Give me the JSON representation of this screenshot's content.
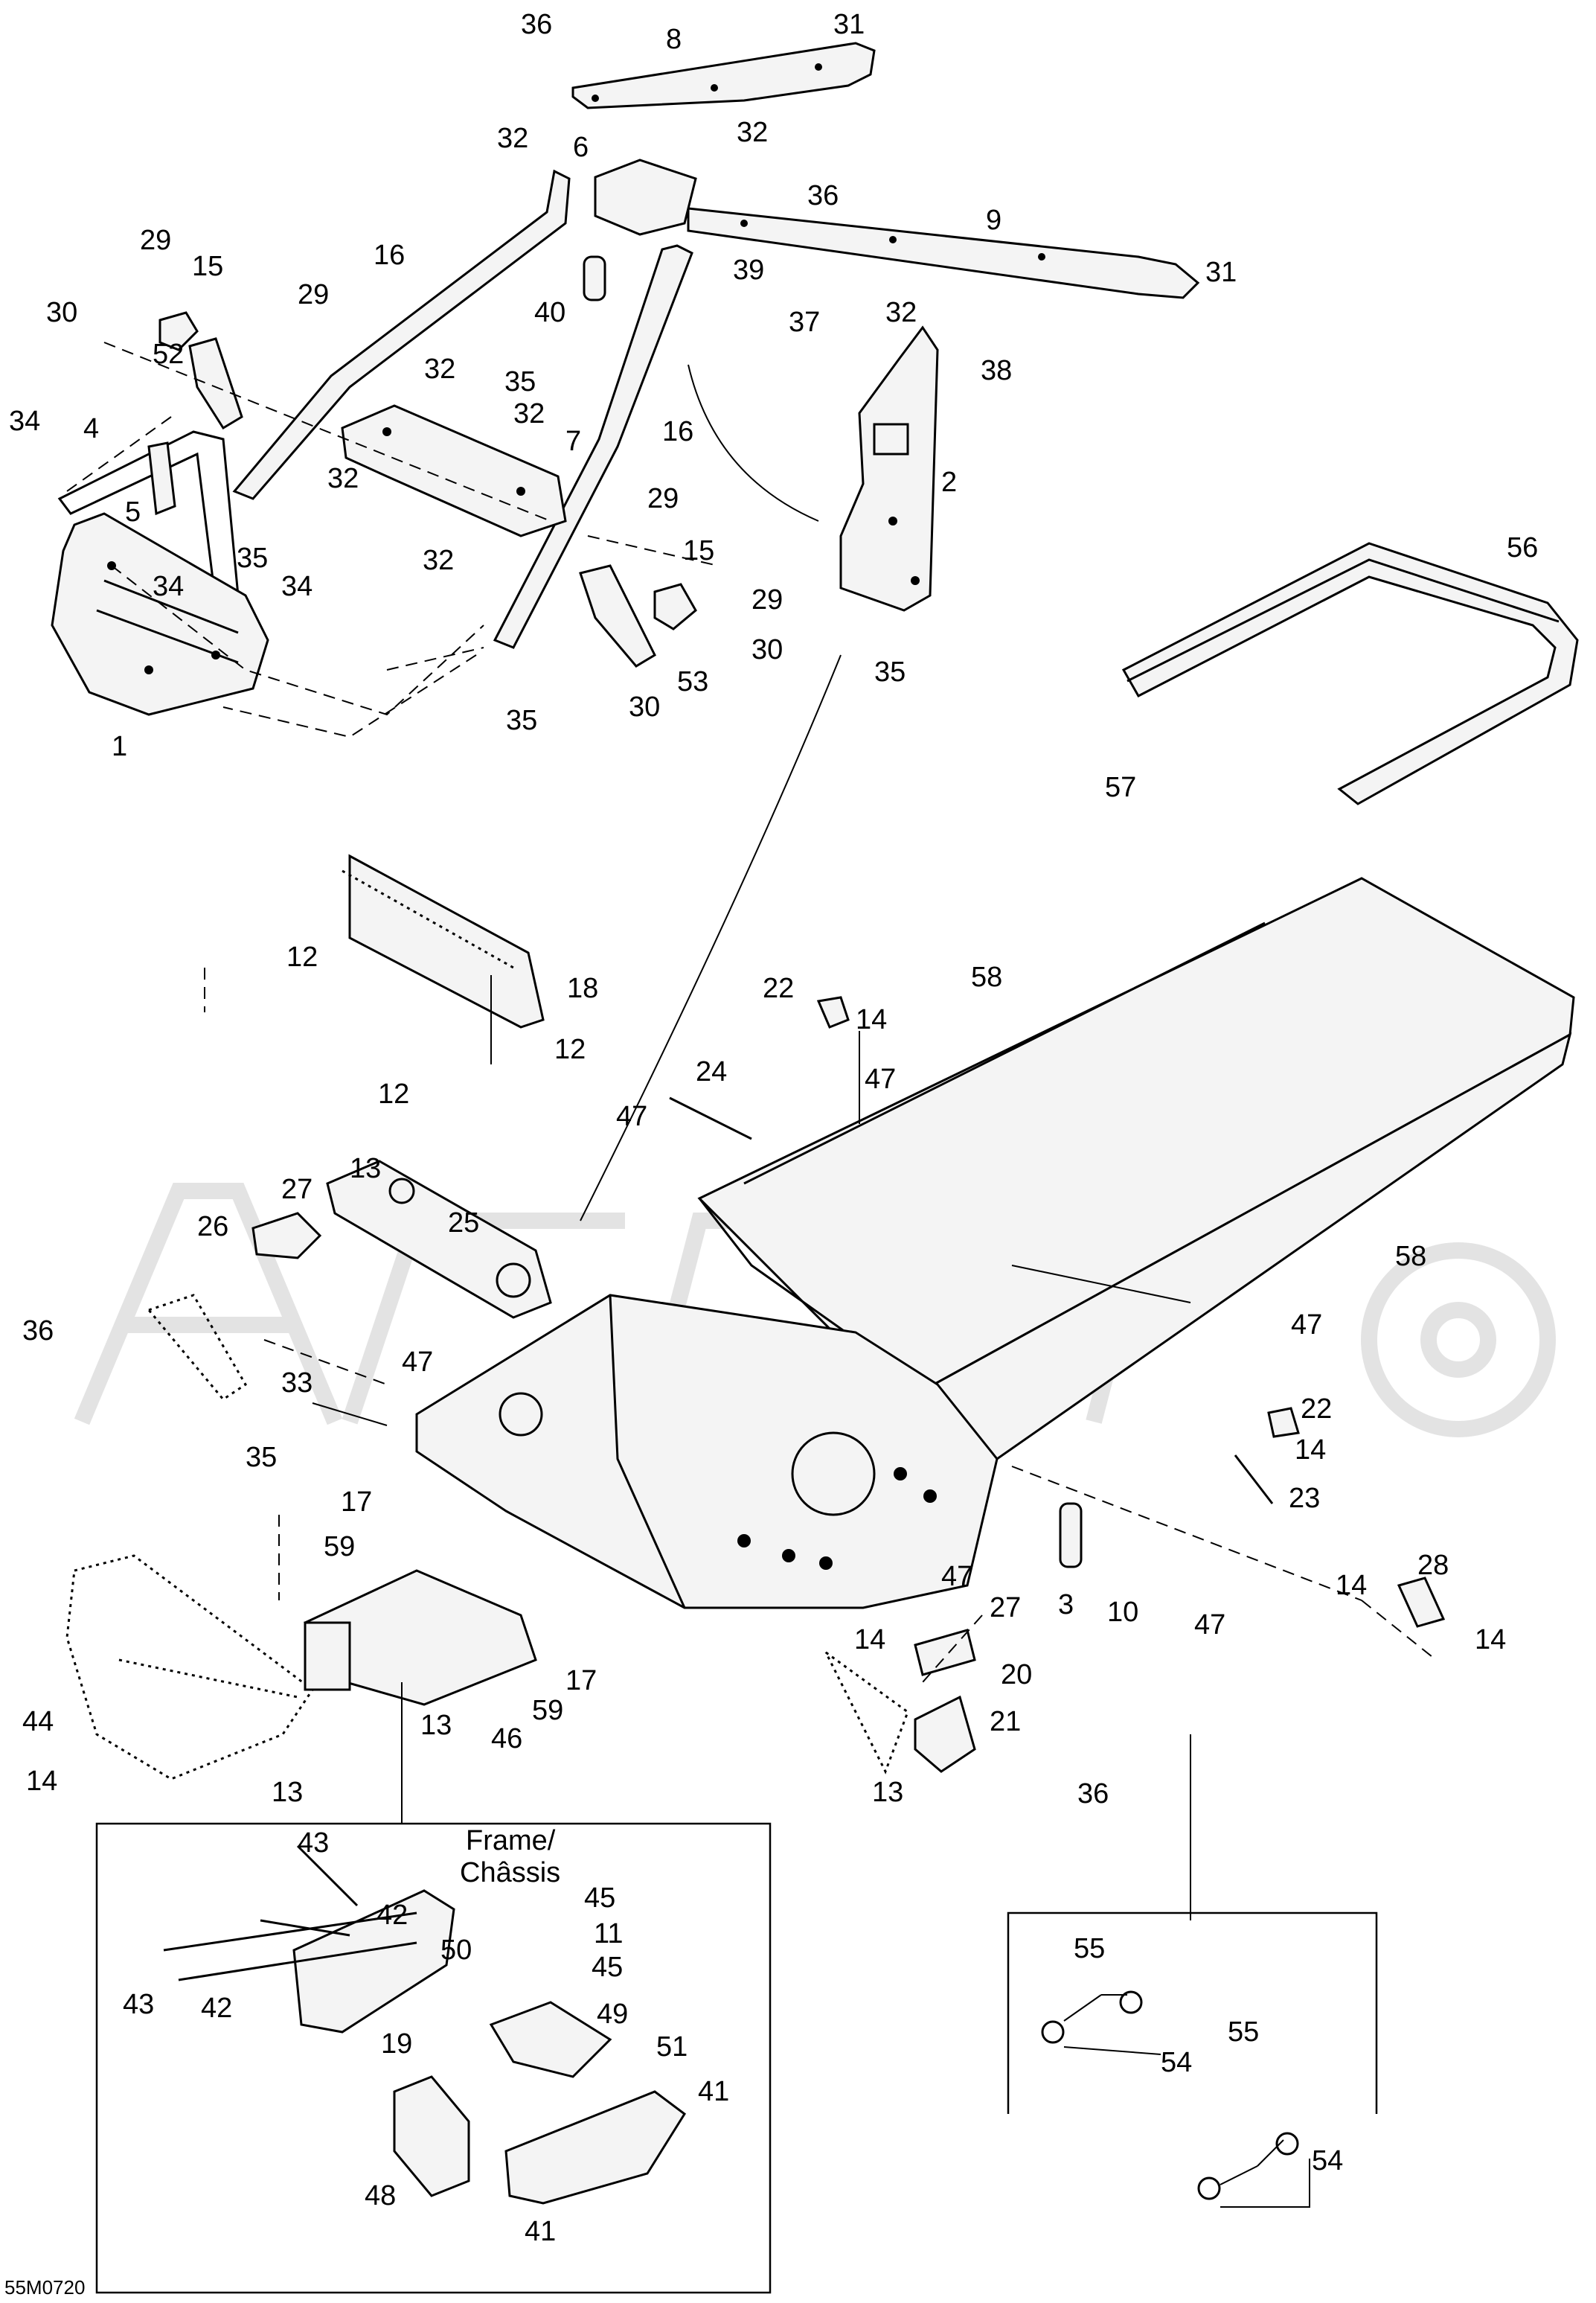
{
  "callouts": [
    {
      "id": "c36a",
      "text": "36"
    },
    {
      "id": "c8",
      "text": "8"
    },
    {
      "id": "c31a",
      "text": "31"
    },
    {
      "id": "c32a",
      "text": "32"
    },
    {
      "id": "c6",
      "text": "6"
    },
    {
      "id": "c32b",
      "text": "32"
    },
    {
      "id": "c36b",
      "text": "36"
    },
    {
      "id": "c9",
      "text": "9"
    },
    {
      "id": "c31b",
      "text": "31"
    },
    {
      "id": "c29a",
      "text": "29"
    },
    {
      "id": "c15a",
      "text": "15"
    },
    {
      "id": "c16a",
      "text": "16"
    },
    {
      "id": "c39",
      "text": "39"
    },
    {
      "id": "c30a",
      "text": "30"
    },
    {
      "id": "c29b",
      "text": "29"
    },
    {
      "id": "c40",
      "text": "40"
    },
    {
      "id": "c37",
      "text": "37"
    },
    {
      "id": "c32c",
      "text": "32"
    },
    {
      "id": "c52",
      "text": "52"
    },
    {
      "id": "c32d",
      "text": "32"
    },
    {
      "id": "c35a",
      "text": "35"
    },
    {
      "id": "c38",
      "text": "38"
    },
    {
      "id": "c34a",
      "text": "34"
    },
    {
      "id": "c4",
      "text": "4"
    },
    {
      "id": "c32e",
      "text": "32"
    },
    {
      "id": "c16b",
      "text": "16"
    },
    {
      "id": "c7",
      "text": "7"
    },
    {
      "id": "c32f",
      "text": "32"
    },
    {
      "id": "c2",
      "text": "2"
    },
    {
      "id": "c5",
      "text": "5"
    },
    {
      "id": "c29c",
      "text": "29"
    },
    {
      "id": "c35b",
      "text": "35"
    },
    {
      "id": "c32g",
      "text": "32"
    },
    {
      "id": "c15b",
      "text": "15"
    },
    {
      "id": "c34b",
      "text": "34"
    },
    {
      "id": "c34c",
      "text": "34"
    },
    {
      "id": "c29d",
      "text": "29"
    },
    {
      "id": "c30b",
      "text": "30"
    },
    {
      "id": "c35c",
      "text": "35"
    },
    {
      "id": "c53",
      "text": "53"
    },
    {
      "id": "c30c",
      "text": "30"
    },
    {
      "id": "c1",
      "text": "1"
    },
    {
      "id": "c35d",
      "text": "35"
    },
    {
      "id": "c56",
      "text": "56"
    },
    {
      "id": "c57",
      "text": "57"
    },
    {
      "id": "c12a",
      "text": "12"
    },
    {
      "id": "c18",
      "text": "18"
    },
    {
      "id": "c12b",
      "text": "12"
    },
    {
      "id": "c12c",
      "text": "12"
    },
    {
      "id": "c22a",
      "text": "22"
    },
    {
      "id": "c58a",
      "text": "58"
    },
    {
      "id": "c14a",
      "text": "14"
    },
    {
      "id": "c47a",
      "text": "47"
    },
    {
      "id": "c24",
      "text": "24"
    },
    {
      "id": "c47b",
      "text": "47"
    },
    {
      "id": "c13a",
      "text": "13"
    },
    {
      "id": "c27a",
      "text": "27"
    },
    {
      "id": "c25",
      "text": "25"
    },
    {
      "id": "c26",
      "text": "26"
    },
    {
      "id": "c58b",
      "text": "58"
    },
    {
      "id": "c36c",
      "text": "36"
    },
    {
      "id": "c47c",
      "text": "47"
    },
    {
      "id": "c33",
      "text": "33"
    },
    {
      "id": "c47d",
      "text": "47"
    },
    {
      "id": "c22b",
      "text": "22"
    },
    {
      "id": "c14b",
      "text": "14"
    },
    {
      "id": "c35e",
      "text": "35"
    },
    {
      "id": "c17a",
      "text": "17"
    },
    {
      "id": "c23",
      "text": "23"
    },
    {
      "id": "c59a",
      "text": "59"
    },
    {
      "id": "c28",
      "text": "28"
    },
    {
      "id": "c47e",
      "text": "47"
    },
    {
      "id": "c27b",
      "text": "27"
    },
    {
      "id": "c3",
      "text": "3"
    },
    {
      "id": "c10",
      "text": "10"
    },
    {
      "id": "c47f",
      "text": "47"
    },
    {
      "id": "c14c",
      "text": "14"
    },
    {
      "id": "c14d",
      "text": "14"
    },
    {
      "id": "c14e",
      "text": "14"
    },
    {
      "id": "c20",
      "text": "20"
    },
    {
      "id": "c17b",
      "text": "17"
    },
    {
      "id": "c59b",
      "text": "59"
    },
    {
      "id": "c13b",
      "text": "13"
    },
    {
      "id": "c46",
      "text": "46"
    },
    {
      "id": "c44",
      "text": "44"
    },
    {
      "id": "c21",
      "text": "21"
    },
    {
      "id": "c14f",
      "text": "14"
    },
    {
      "id": "c13c",
      "text": "13"
    },
    {
      "id": "c13d",
      "text": "13"
    },
    {
      "id": "c36d",
      "text": "36"
    },
    {
      "id": "c43a",
      "text": "43"
    },
    {
      "id": "c45a",
      "text": "45"
    },
    {
      "id": "c42a",
      "text": "42"
    },
    {
      "id": "c11",
      "text": "11"
    },
    {
      "id": "c50",
      "text": "50"
    },
    {
      "id": "c45b",
      "text": "45"
    },
    {
      "id": "c43b",
      "text": "43"
    },
    {
      "id": "c49",
      "text": "49"
    },
    {
      "id": "c42b",
      "text": "42"
    },
    {
      "id": "c19",
      "text": "19"
    },
    {
      "id": "c51",
      "text": "51"
    },
    {
      "id": "c41a",
      "text": "41"
    },
    {
      "id": "c48",
      "text": "48"
    },
    {
      "id": "c41b",
      "text": "41"
    },
    {
      "id": "c55a",
      "text": "55"
    },
    {
      "id": "c54a",
      "text": "54"
    },
    {
      "id": "c55b",
      "text": "55"
    },
    {
      "id": "c54b",
      "text": "54"
    }
  ],
  "frame_label": {
    "line1": "Frame/",
    "line2": "Châssis"
  },
  "drawing_code": "55M0720"
}
